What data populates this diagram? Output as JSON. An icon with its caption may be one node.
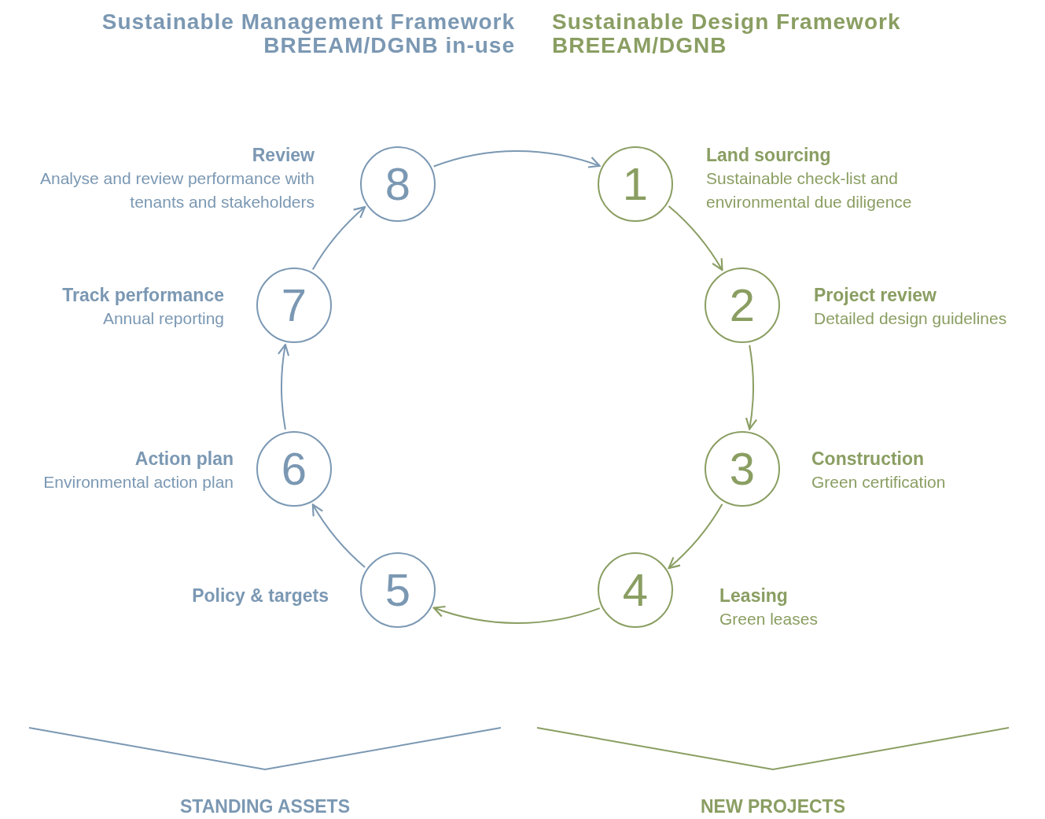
{
  "diagram": {
    "nodes": [
      {
        "text": [
          "1"
        ],
        "beside": [
          "Land sourcing",
          "Sustainable check-list and environmental due diligence"
        ]
      },
      {
        "text": [
          "2"
        ],
        "beside": [
          "Project review",
          "Detailed design guidelines"
        ]
      },
      {
        "text": [
          "3"
        ],
        "beside": [
          "Construction",
          "Green certification"
        ]
      },
      {
        "text": [
          "4"
        ],
        "beside": [
          "Leasing",
          "Green leases"
        ]
      },
      {
        "text": [
          "5"
        ],
        "beside": [
          "Policy & targets"
        ]
      },
      {
        "text": [
          "6"
        ],
        "beside": [
          "Action plan",
          "Environmental action plan"
        ]
      },
      {
        "text": [
          "7"
        ],
        "beside": [
          "Track performance",
          "Annual reporting"
        ]
      },
      {
        "text": [
          "8"
        ],
        "beside": [
          "Review",
          "Analyse and review performance with tenants and stakeholders"
        ]
      }
    ],
    "edges": [
      {
        "from": 0,
        "to": 1,
        "arrow": "to",
        "color": "#8a9e62"
      },
      {
        "from": 1,
        "to": 2,
        "arrow": "to",
        "color": "#8a9e62"
      },
      {
        "from": 2,
        "to": 3,
        "arrow": "to",
        "color": "#8a9e62"
      },
      {
        "from": 3,
        "to": 4,
        "arrow": "to",
        "color": "#8a9e62"
      },
      {
        "from": 4,
        "to": 5,
        "arrow": "to",
        "color": "#7b98b3"
      },
      {
        "from": 5,
        "to": 6,
        "arrow": "to",
        "color": "#7b98b3"
      },
      {
        "from": 6,
        "to": 7,
        "arrow": "to",
        "color": "#7b98b3"
      },
      {
        "from": 7,
        "to": 0,
        "arrow": "to",
        "color": "#7b98b3"
      }
    ],
    "labels": [
      "Sustainable Management Framework",
      "BREEAM/DGNB in-use",
      "Sustainable Design Framework",
      "BREEAM/DGNB",
      "STANDING ASSETS",
      "NEW PROJECTS"
    ]
  }
}
